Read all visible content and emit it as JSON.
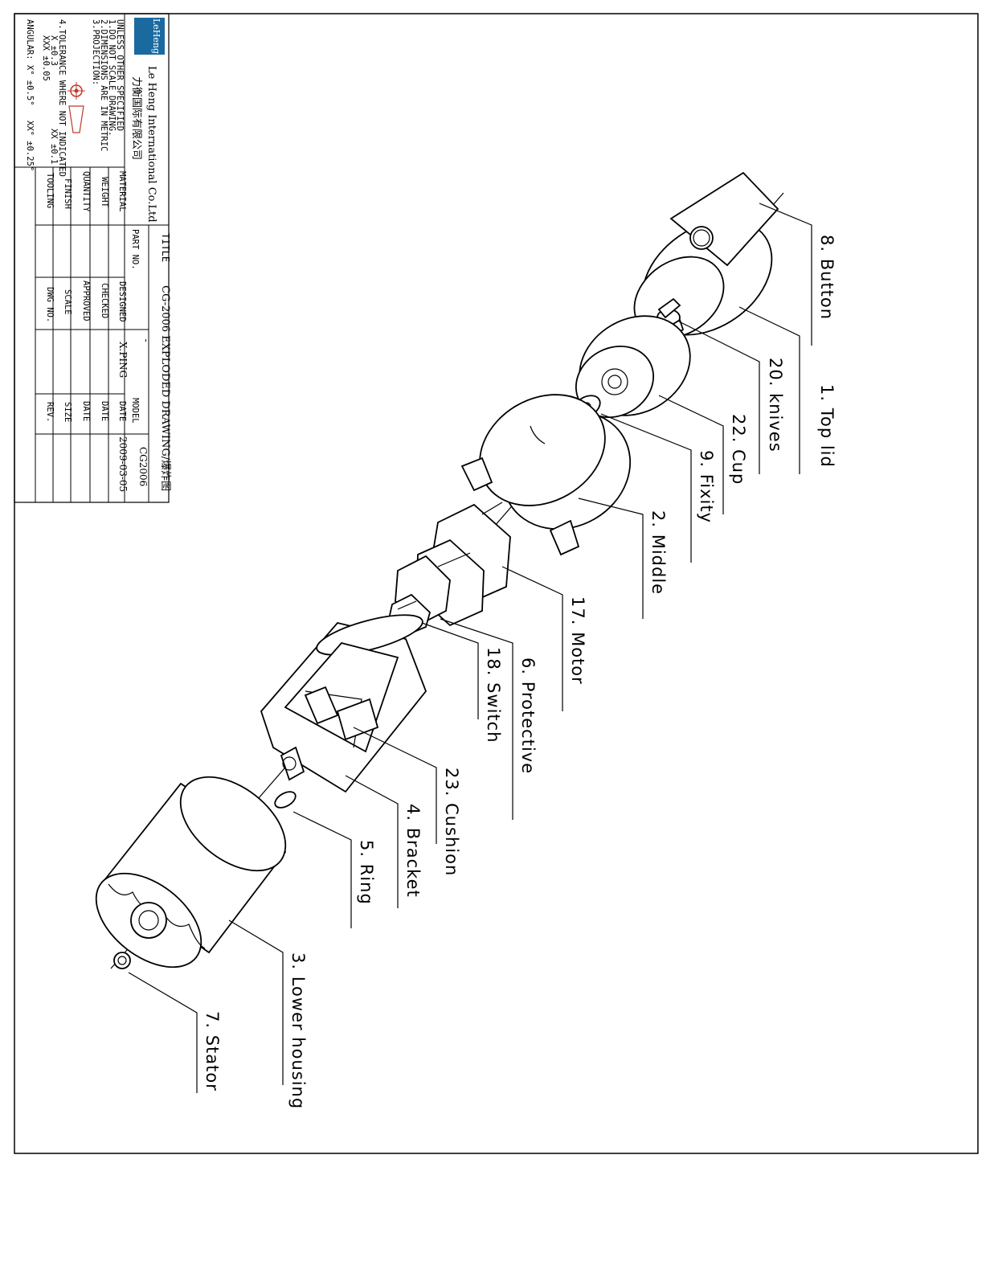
{
  "title_block": {
    "logo_text": "LeHeng",
    "company_en": "Le Heng International Co.Ltd",
    "company_cn": "力衡国际有限公司",
    "notes": [
      "UNLESS OTHER SPECIFIED",
      "1.DO NOT SCALE DRAWING.",
      "2.DIMENSIONS ARE IN METRIC",
      "3.PROJECTION:",
      "4.TOLERANCE WHERE NOT INDICATED"
    ],
    "tolerances": {
      "x": "X ±0.3",
      "xx": "XX ±0.1",
      "xxx": "XXX ±0.05",
      "angular": "ANGULAR: X° ±0.5°",
      "angular_xx": "XX° ±0.25°"
    },
    "labels": {
      "material": "MATERIAL",
      "weight": "WEIGHT",
      "quantity": "QUANTITY",
      "finish": "FINISH",
      "tooling": "TOOLING",
      "title": "TITLE",
      "part_no": "PART NO.",
      "designed": "DESIGNED",
      "checked": "CHECKED",
      "approved": "APPROVED",
      "scale": "SCALE",
      "dwg_no": "DWG NO.",
      "model": "MODEL",
      "date": "DATE",
      "size": "SIZE",
      "rev": "REV."
    },
    "values": {
      "title": "CG-2006 EXPLODED DRAWING/爆炸图",
      "part_no": "-",
      "designer": "X.PING",
      "model": "CG2006",
      "date": "2009-03-05"
    }
  },
  "callouts": [
    {
      "id": "button",
      "text": "8. Button"
    },
    {
      "id": "top-lid",
      "text": "1. Top lid"
    },
    {
      "id": "knives",
      "text": "20. knives"
    },
    {
      "id": "cup",
      "text": "22. Cup"
    },
    {
      "id": "fixity",
      "text": "9. Fixity"
    },
    {
      "id": "middle",
      "text": "2. Middle"
    },
    {
      "id": "motor",
      "text": "17. Motor"
    },
    {
      "id": "protective",
      "text": "6. Protective"
    },
    {
      "id": "switch",
      "text": "18. Switch"
    },
    {
      "id": "cushion",
      "text": "23. Cushion"
    },
    {
      "id": "bracket",
      "text": "4. Bracket"
    },
    {
      "id": "ring",
      "text": "5. Ring"
    },
    {
      "id": "lower-housing",
      "text": "3. Lower housing"
    },
    {
      "id": "stator",
      "text": "7. Stator"
    }
  ]
}
